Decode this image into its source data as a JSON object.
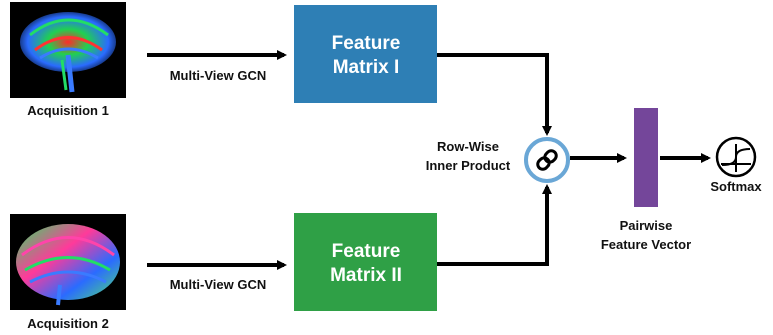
{
  "inputs": [
    {
      "caption": "Acquisition 1",
      "edge_label": "Multi-View GCN"
    },
    {
      "caption": "Acquisition 2",
      "edge_label": "Multi-View GCN"
    }
  ],
  "matrices": [
    {
      "line1": "Feature",
      "line2": "Matrix I",
      "color": "#2e7fb5"
    },
    {
      "line1": "Feature",
      "line2": "Matrix II",
      "color": "#2fa046"
    }
  ],
  "combiner": {
    "line1": "Row-Wise",
    "line2": "Inner Product",
    "ring_color": "#6aa7d6",
    "icon": "link-chain-icon"
  },
  "pairwise": {
    "line1": "Pairwise",
    "line2": "Feature Vector",
    "color": "#74469a"
  },
  "softmax": {
    "label": "Softmax",
    "icon": "step-function-icon"
  }
}
